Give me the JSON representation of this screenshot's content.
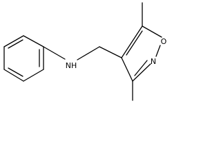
{
  "molecule": {
    "atoms": {
      "nh": "NH",
      "ring_n": "N",
      "ring_o": "O"
    }
  }
}
